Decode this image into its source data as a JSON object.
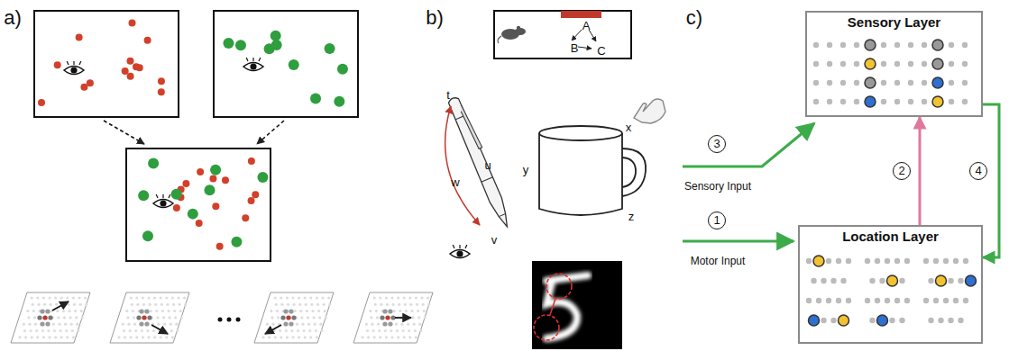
{
  "diagram": {
    "nodes": [
      {
        "text": [
          "Sensory Layer"
        ]
      },
      {
        "text": [
          "Location Layer"
        ]
      }
    ],
    "edges": [
      {
        "from": 1,
        "to": 0,
        "arrow": "to",
        "label": "2"
      },
      {
        "from": 0,
        "to": 1,
        "arrow": "to",
        "label": "4"
      }
    ],
    "labels": [
      "a)",
      "b)",
      "c)",
      "A",
      "B",
      "C",
      "t",
      "u",
      "w",
      "v",
      "x",
      "y",
      "z",
      "Sensory Input",
      "Motor Input",
      "1",
      "3"
    ]
  }
}
